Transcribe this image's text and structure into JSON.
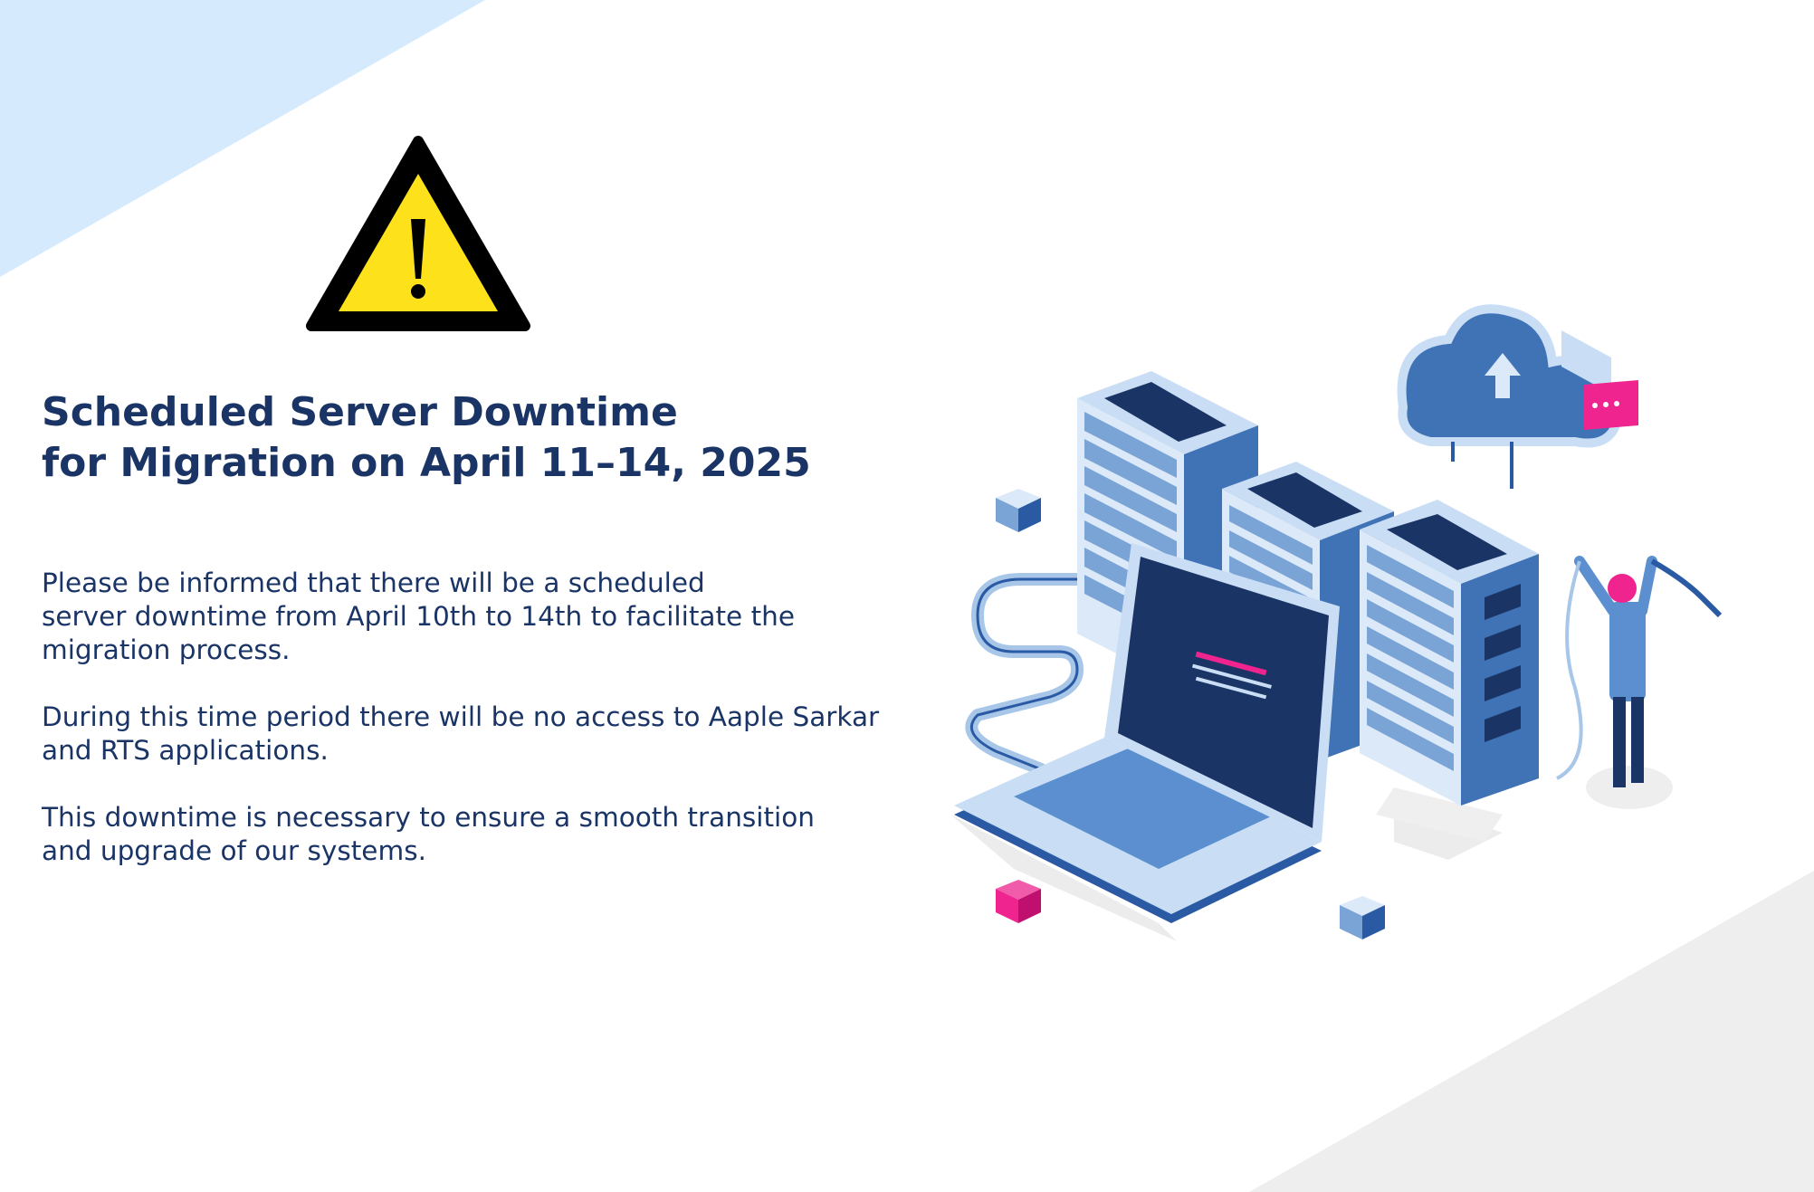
{
  "notice": {
    "title_lines": [
      "Scheduled Server Downtime",
      "for Migration on April 11–14, 2025"
    ],
    "paragraphs": [
      [
        "Please be informed that there will be a scheduled",
        "server downtime from April 10th to 14th to facilitate the",
        "migration process."
      ],
      [
        "During this time period there will be no access to Aaple Sarkar",
        "and RTS applications."
      ],
      [
        "This downtime is necessary to ensure a smooth transition",
        "and upgrade of our systems."
      ]
    ]
  },
  "icons": {
    "warning": "warning-triangle-icon",
    "illustration": "server-migration-illustration"
  },
  "colors": {
    "text": "#1a3466",
    "accent_light_blue": "#d6eafd",
    "warning_yellow": "#fde21b",
    "magenta": "#f0248f"
  }
}
